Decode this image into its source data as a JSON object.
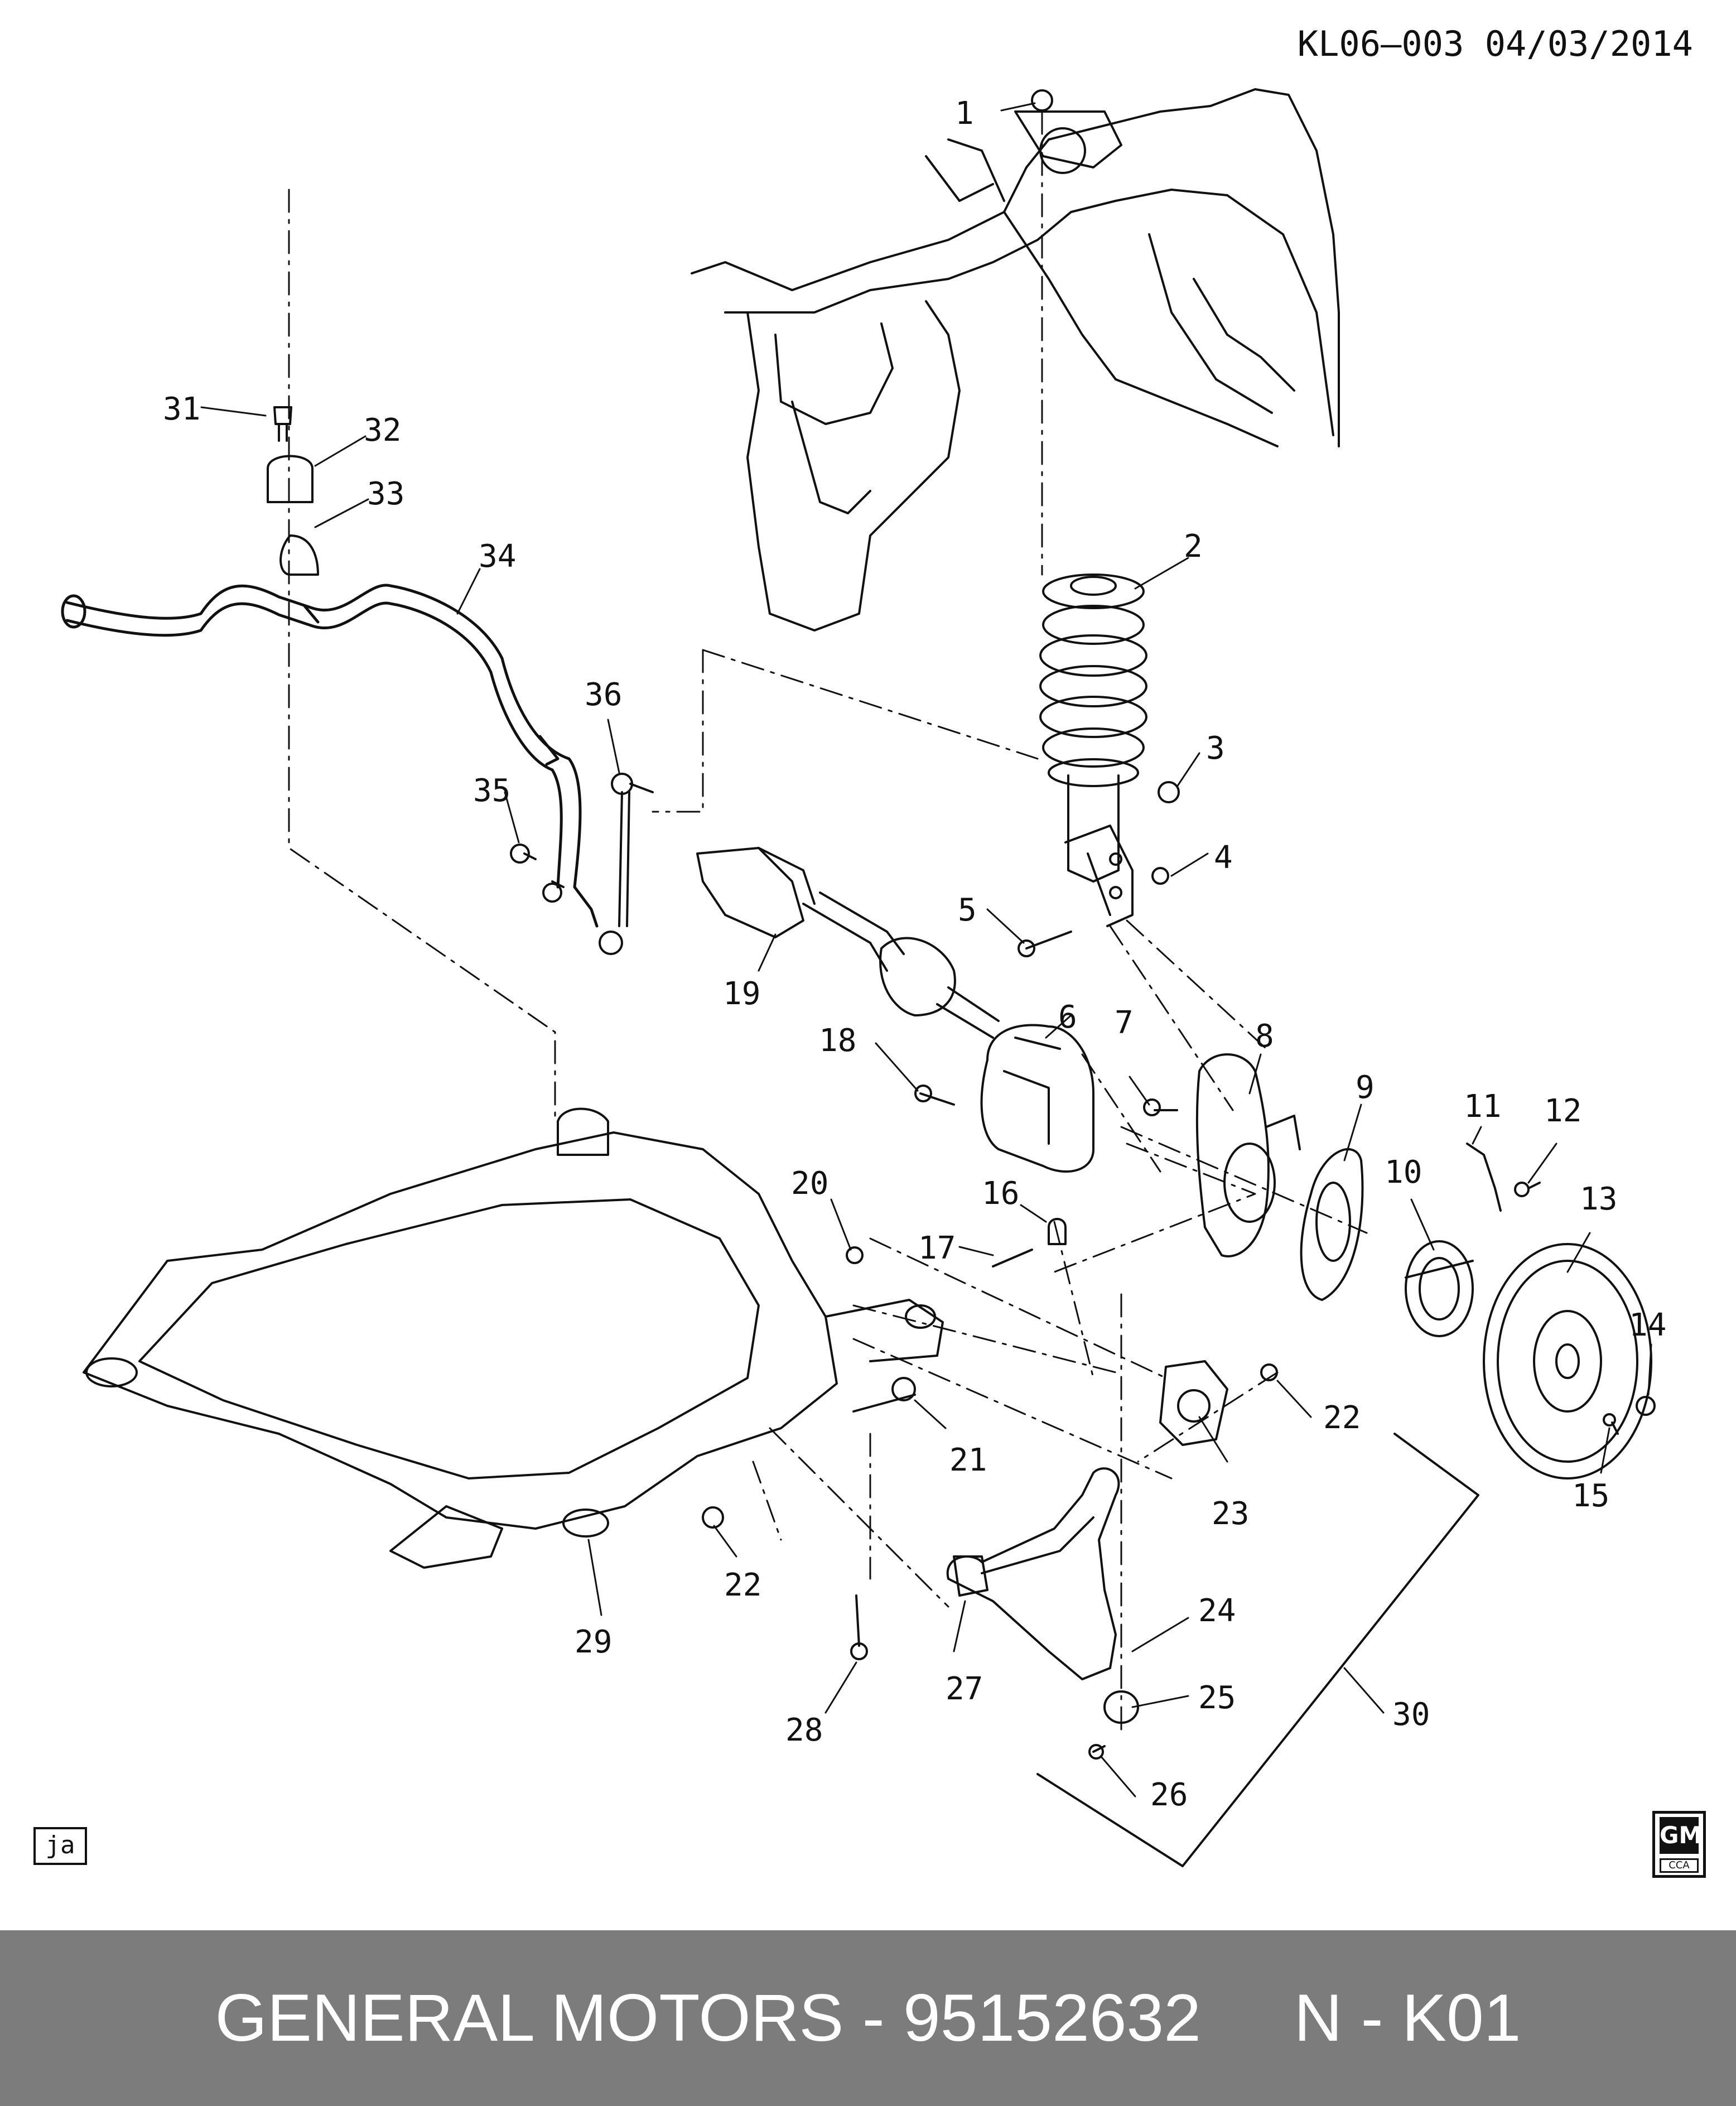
{
  "header": {
    "ref": "KL06–003  04/03/2014"
  },
  "badges": {
    "lang": "ja",
    "gm": "GM",
    "cca": "CCA"
  },
  "footer": {
    "text": "GENERAL MOTORS - 95152632     N - K01"
  },
  "callouts": [
    "1",
    "2",
    "3",
    "4",
    "5",
    "6",
    "7",
    "8",
    "9",
    "10",
    "11",
    "12",
    "13",
    "14",
    "15",
    "16",
    "17",
    "18",
    "19",
    "20",
    "21",
    "22",
    "23",
    "24",
    "25",
    "26",
    "27",
    "28",
    "29",
    "30",
    "31",
    "32",
    "33",
    "34",
    "35",
    "36",
    "22"
  ]
}
